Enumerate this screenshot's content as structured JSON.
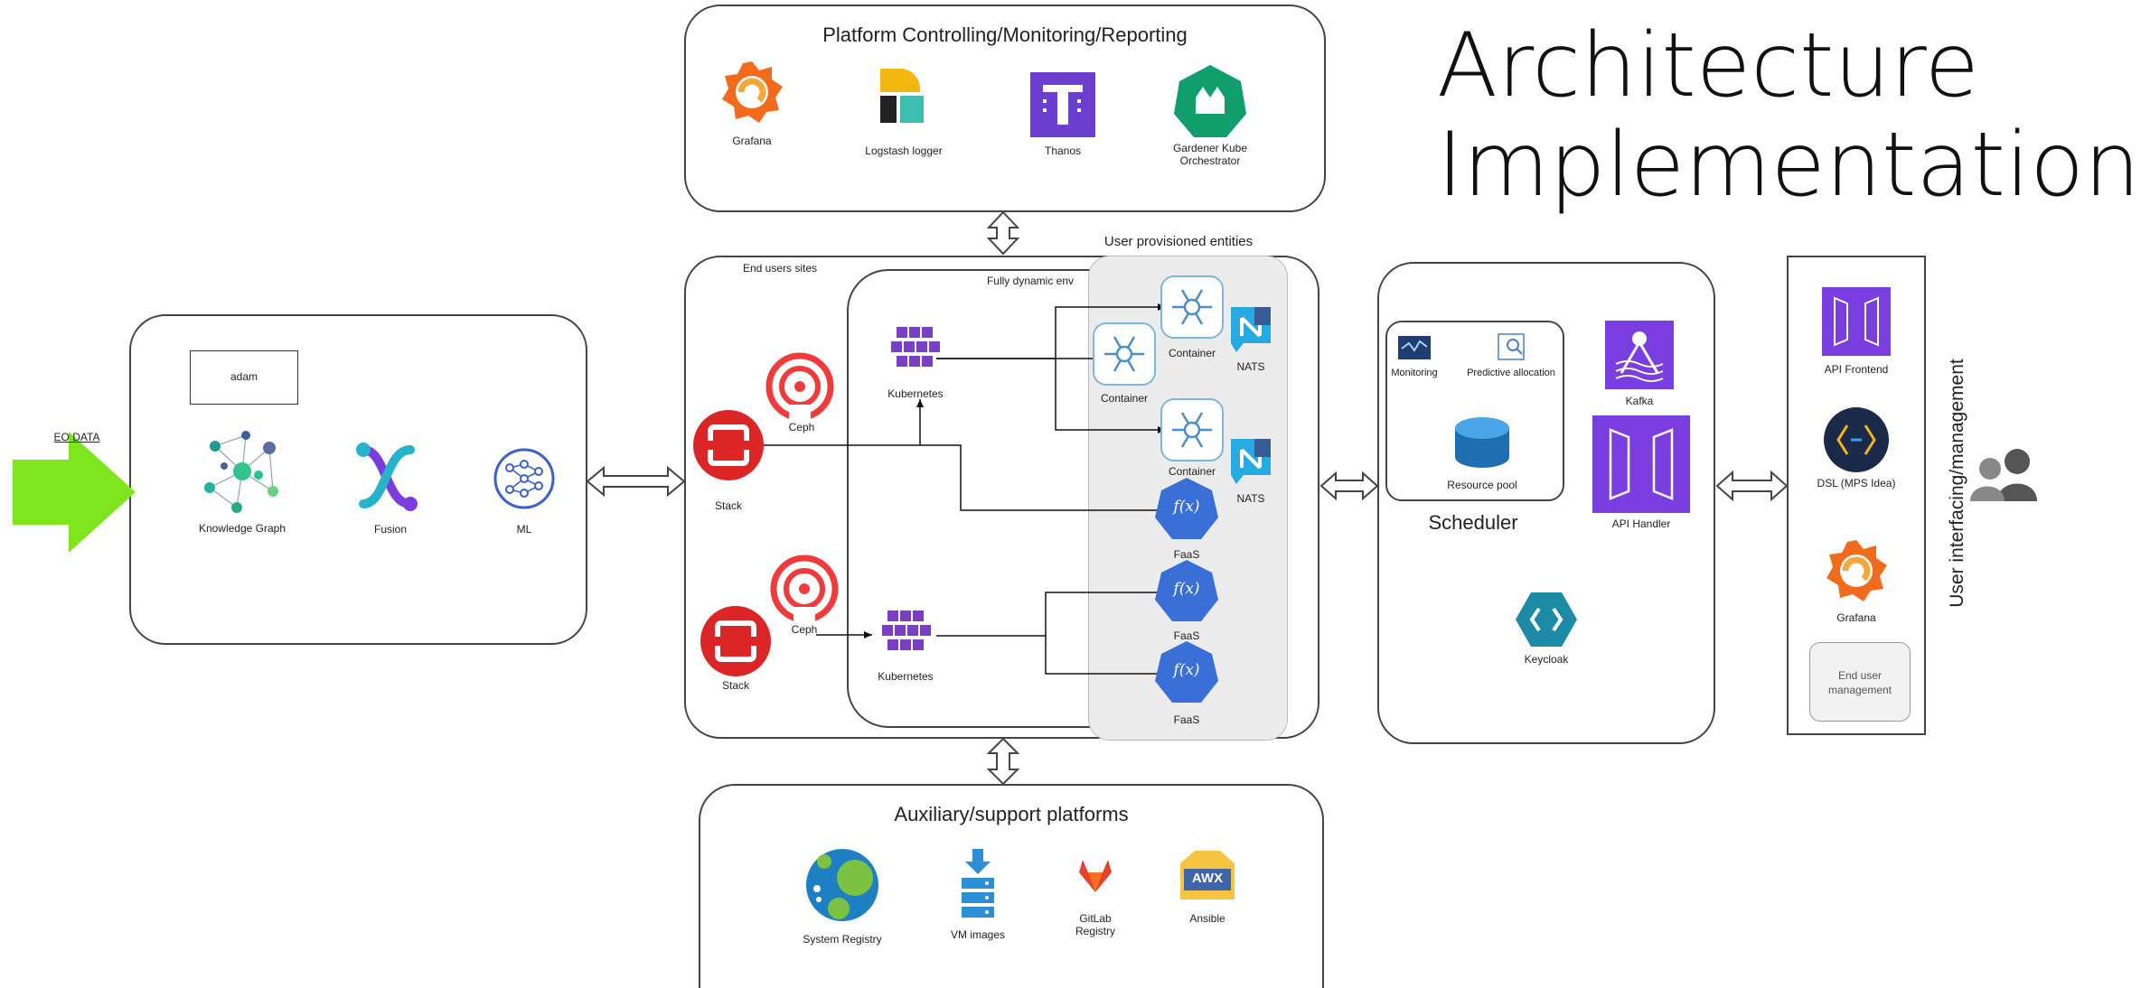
{
  "title": {
    "line1": "Architecture",
    "line2": "Implementation"
  },
  "eo_label": "EO DATA",
  "left_panel": {
    "adam": "adam",
    "kg": "Knowledge Graph",
    "fusion": "Fusion",
    "ml": "ML"
  },
  "top_panel": {
    "title": "Platform Controlling/Monitoring/Reporting",
    "items": [
      "Grafana",
      "Logstash logger",
      "Thanos",
      "Gardener Kube",
      "Orchestrator"
    ]
  },
  "center": {
    "end_users_sites": "End users sites",
    "fully_dynamic": "Fully dynamic env",
    "user_provisioned": "User provisioned entities",
    "ceph": "Ceph",
    "stack": "Stack",
    "kubernetes": "Kubernetes",
    "container": "Container",
    "nats": "NATS",
    "faas": "FaaS",
    "faas_glyph": "f(x)"
  },
  "bottom_panel": {
    "title": "Auxiliary/support platforms",
    "system_registry": "System Registry",
    "vm_images": "VM images",
    "gitlab_1": "GitLab",
    "gitlab_2": "Registry",
    "ansible": "Ansible",
    "awx": "AWX"
  },
  "scheduler": {
    "title": "Scheduler",
    "monitoring": "Monitoring",
    "predictive": "Predictive allocation",
    "resource_pool": "Resource pool",
    "kafka": "Kafka",
    "api_handler": "API Handler",
    "keycloak": "Keycloak"
  },
  "user_panel": {
    "vertical_title": "User interfacing/management",
    "api_frontend": "API Frontend",
    "dsl": "DSL (MPS Idea)",
    "grafana": "Grafana",
    "end_user_1": "End user",
    "end_user_2": "management"
  },
  "colors": {
    "green_arrow": "#7ee51f",
    "openstack_red": "#dc2626",
    "ceph_red": "#ef3b3b",
    "kube_purple": "#7b3fc4",
    "faas_blue": "#3b6fd8",
    "aws_purple": "#7a3ddf",
    "keycloak_teal": "#1d8aa6",
    "grafana_orange": "#f26a1b"
  }
}
